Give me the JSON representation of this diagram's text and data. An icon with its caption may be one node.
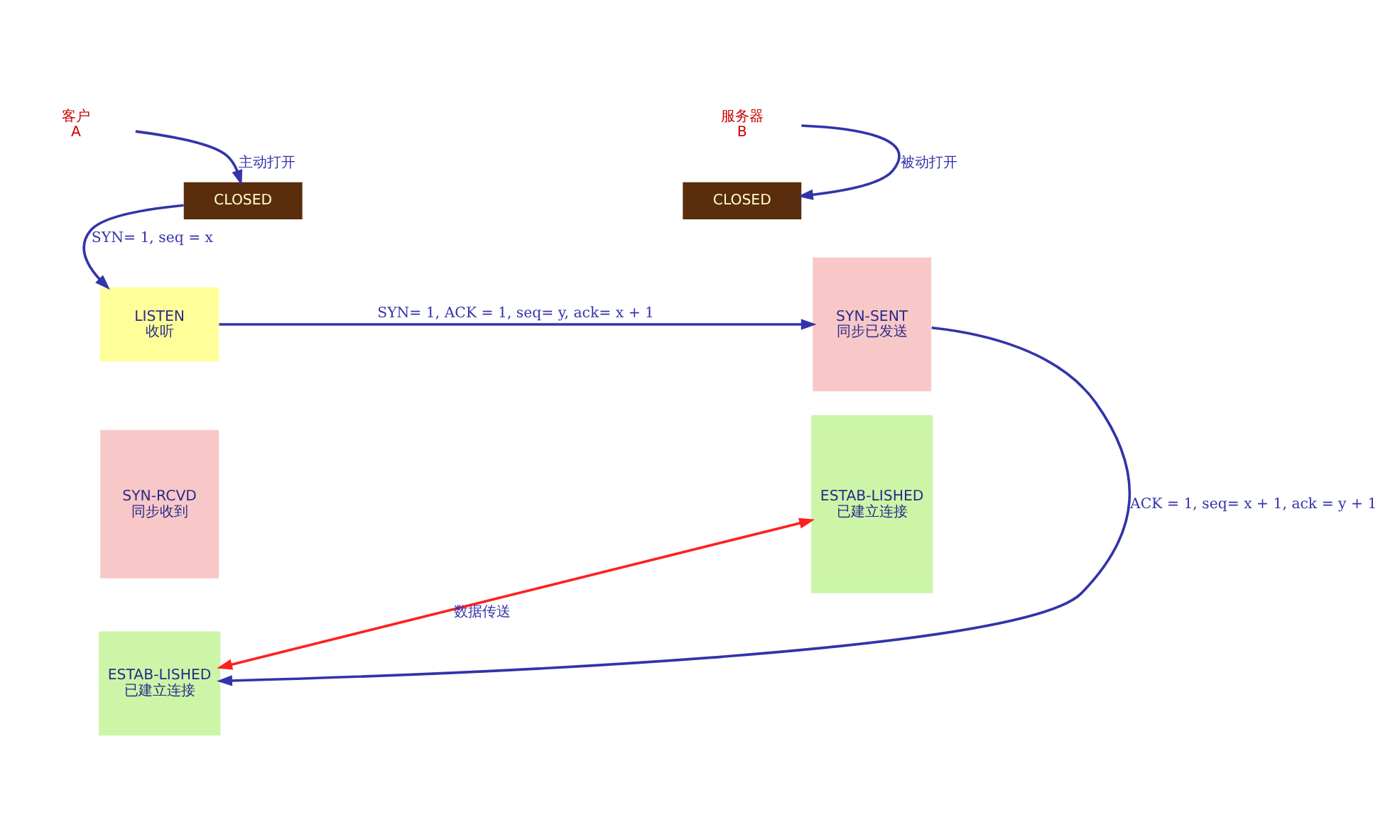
{
  "diagram": {
    "nodes": [
      {
        "text": [
          "客户",
          "A"
        ]
      },
      {
        "text": [
          "CLOSED"
        ]
      },
      {
        "text": [
          "SYN-SENT",
          "同步已发送"
        ]
      },
      {
        "text": [
          "ESTAB-LISHED",
          "已建立连接"
        ]
      },
      {
        "text": [
          "服务器",
          "B"
        ]
      },
      {
        "text": [
          "CLOSED"
        ]
      },
      {
        "text": [
          "LISTEN",
          "收听"
        ]
      },
      {
        "text": [
          "SYN-RCVD",
          "同步收到"
        ]
      },
      {
        "text": [
          "ESTAB-LISHED",
          "已建立连接"
        ]
      }
    ],
    "edges": [
      {
        "from": 0,
        "to": 1,
        "arrow": "to",
        "label": "主动打开"
      },
      {
        "from": 4,
        "to": 5,
        "arrow": "to",
        "label": "被动打开"
      },
      {
        "from": 1,
        "to": 6,
        "arrow": "to",
        "label": "SYN= 1, seq = x"
      },
      {
        "from": 6,
        "to": 2,
        "arrow": "to",
        "label": "SYN= 1, ACK = 1, seq= y, ack= x + 1"
      },
      {
        "from": 2,
        "to": 8,
        "arrow": "to",
        "label": "ACK = 1, seq= x + 1, ack = y + 1"
      },
      {
        "from": 3,
        "to": 8,
        "arrow": "both",
        "label": "数据传送",
        "color": "#ff2020"
      }
    ]
  }
}
